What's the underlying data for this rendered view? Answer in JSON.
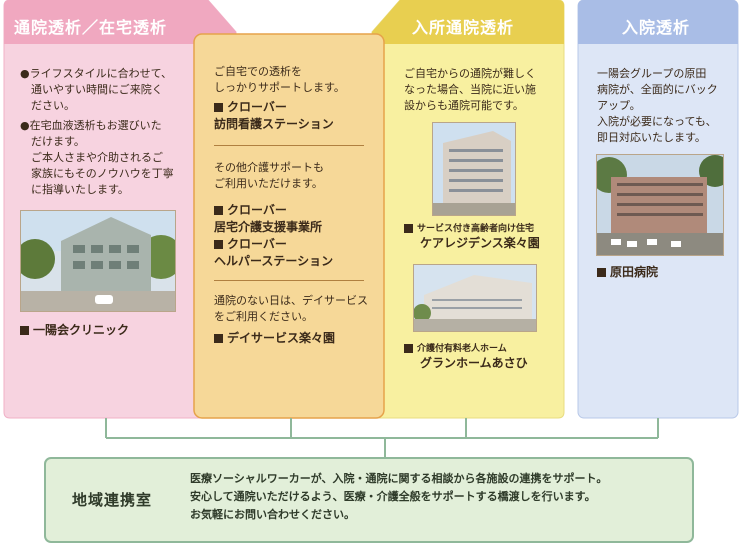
{
  "colors": {
    "pink_card": "#f7d3e0",
    "pink_title": "#f0a8c0",
    "orange_card": "#f6d898",
    "orange_border": "#e6a24a",
    "yellow_card": "#f8f0a0",
    "yellow_title": "#e8cf50",
    "blue_card": "#dde6f6",
    "blue_title": "#a9bde6",
    "green_box": "#e2efd9",
    "green_border": "#8fb89a"
  },
  "pink": {
    "title": "通院透析／在宅透析",
    "bullet1": "●ライフスタイルに合わせて、\n　通いやすい時間にご来院く\n　ださい。",
    "bullet2": "●在宅血液透析もお選びいた\n　だけます。\n　ご本人さまや介助されるご\n　家族にもそのノウハウを丁寧\n　に指導いたします。",
    "facility": "一陽会クリニック"
  },
  "orange": {
    "intro": "ご自宅での透析を\nしっかりサポートします。",
    "facility1": "クローバー\n訪問看護ステーション",
    "support_text": "その他介護サポートも\nご利用いただけます。",
    "facility2": "クローバー\n居宅介護支援事業所",
    "facility3": "クローバー\nヘルパーステーション",
    "day_text": "通院のない日は、デイサービス\nをご利用ください。",
    "facility4": "デイサービス楽々園"
  },
  "yellow": {
    "title": "入所通院透析",
    "intro": "ご自宅からの通院が難しく\nなった場合、当院に近い施\n設からも通院可能です。",
    "facility1_type": "サービス付き高齢者向け住宅",
    "facility1_name": "ケアレジデンス楽々園",
    "facility2_type": "介護付有料老人ホーム",
    "facility2_name": "グランホームあさひ"
  },
  "blue": {
    "title": "入院透析",
    "intro": "一陽会グループの原田\n病院が、全面的にバック\nアップ。\n入院が必要になっても、\n即日対応いたします。",
    "facility": "原田病院"
  },
  "bottom": {
    "title": "地域連携室",
    "text": "医療ソーシャルワーカーが、入院・通院に関する相談から各施設の連携をサポート。\n安心して通院いただけるよう、医療・介護全般をサポートする橋渡しを行います。\nお気軽にお問い合わせください。"
  }
}
